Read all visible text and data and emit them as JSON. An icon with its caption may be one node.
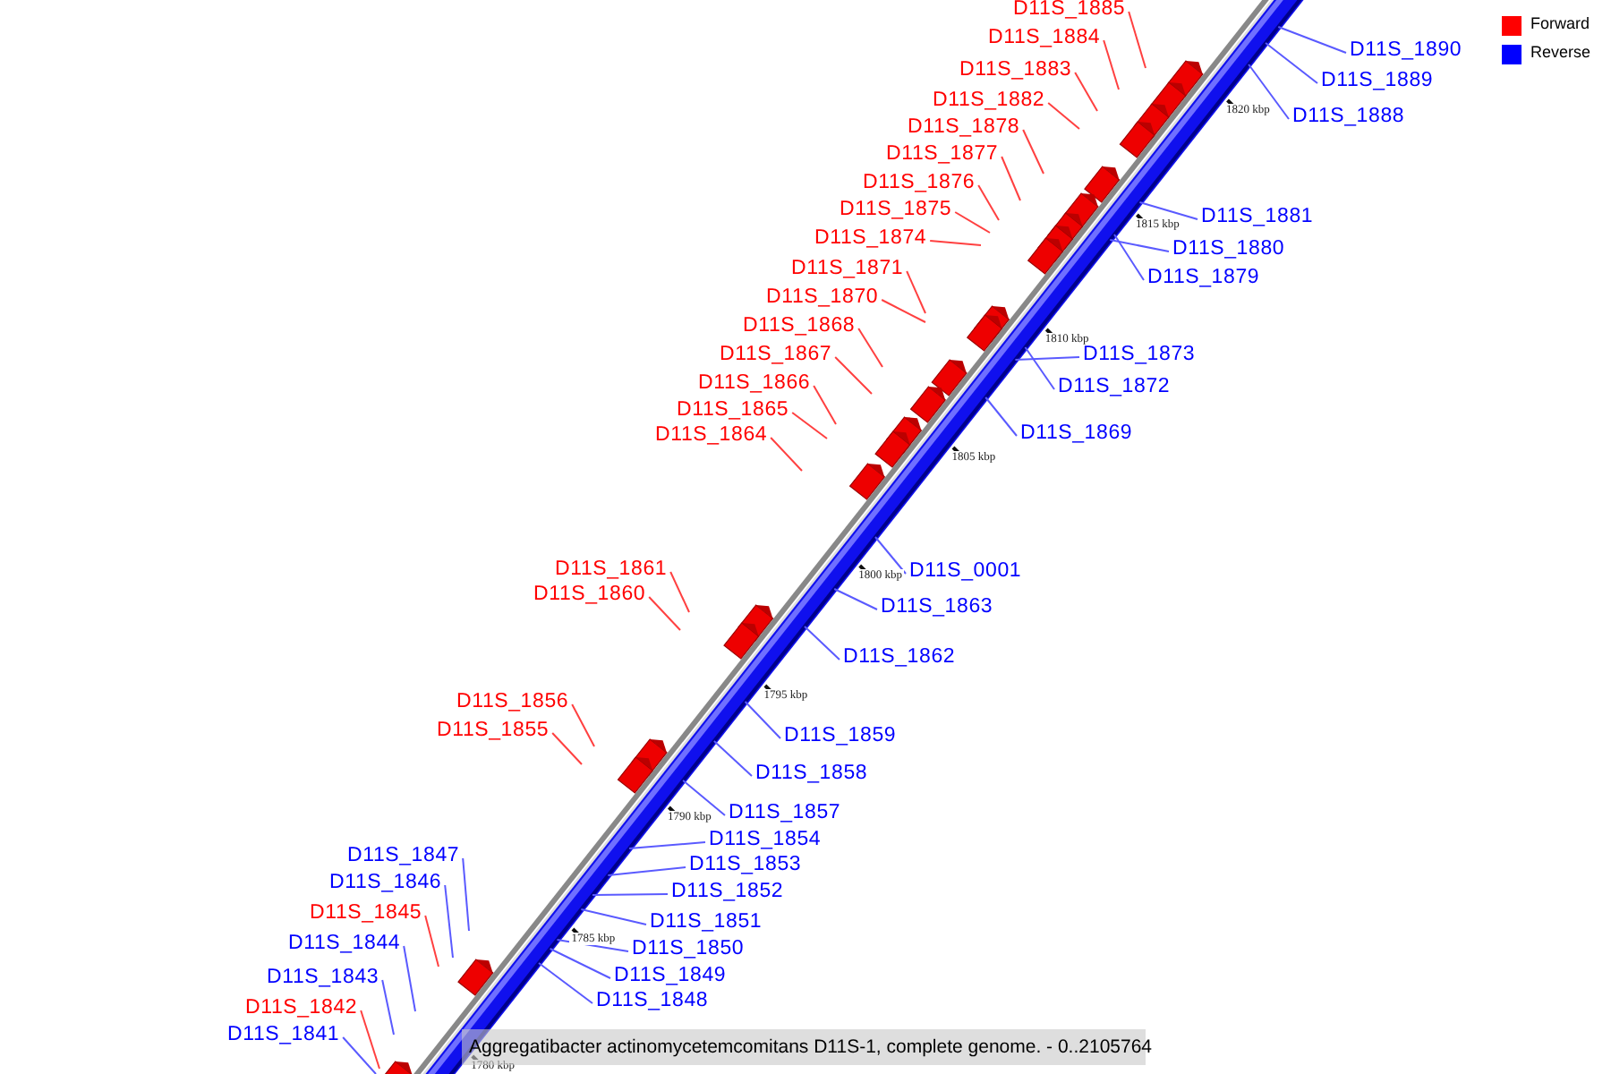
{
  "diagram": {
    "caption": "Aggregatibacter actinomycetemcomitans D11S-1, complete genome. - 0..2105764",
    "nodes": [
      {
        "text": [
          "D11S_1885"
        ]
      },
      {
        "text": [
          "D11S_1884"
        ]
      },
      {
        "text": [
          "D11S_1890"
        ]
      },
      {
        "text": [
          "D11S_1883"
        ]
      },
      {
        "text": [
          "D11S_1889"
        ]
      },
      {
        "text": [
          "D11S_1882"
        ]
      },
      {
        "text": [
          "D11S_1888"
        ]
      },
      {
        "text": [
          "D11S_1878"
        ]
      },
      {
        "text": [
          "D11S_1877"
        ]
      },
      {
        "text": [
          "D11S_1876"
        ]
      },
      {
        "text": [
          "D11S_1875"
        ]
      },
      {
        "text": [
          "D11S_1881"
        ]
      },
      {
        "text": [
          "D11S_1874"
        ]
      },
      {
        "text": [
          "D11S_1880"
        ]
      },
      {
        "text": [
          "D11S_1871"
        ]
      },
      {
        "text": [
          "D11S_1879"
        ]
      },
      {
        "text": [
          "D11S_1870"
        ]
      },
      {
        "text": [
          "D11S_1868"
        ]
      },
      {
        "text": [
          "D11S_1867"
        ]
      },
      {
        "text": [
          "D11S_1873"
        ]
      },
      {
        "text": [
          "D11S_1866"
        ]
      },
      {
        "text": [
          "D11S_1872"
        ]
      },
      {
        "text": [
          "D11S_1865"
        ]
      },
      {
        "text": [
          "D11S_1869"
        ]
      },
      {
        "text": [
          "D11S_1864"
        ]
      },
      {
        "text": [
          "D11S_1861"
        ]
      },
      {
        "text": [
          "D11S_0001"
        ]
      },
      {
        "text": [
          "D11S_1860"
        ]
      },
      {
        "text": [
          "D11S_1863"
        ]
      },
      {
        "text": [
          "D11S_1862"
        ]
      },
      {
        "text": [
          "D11S_1856"
        ]
      },
      {
        "text": [
          "D11S_1855"
        ]
      },
      {
        "text": [
          "D11S_1859"
        ]
      },
      {
        "text": [
          "D11S_1858"
        ]
      },
      {
        "text": [
          "D11S_1857"
        ]
      },
      {
        "text": [
          "D11S_1854"
        ]
      },
      {
        "text": [
          "D11S_1847"
        ]
      },
      {
        "text": [
          "D11S_1853"
        ]
      },
      {
        "text": [
          "D11S_1846"
        ]
      },
      {
        "text": [
          "D11S_1852"
        ]
      },
      {
        "text": [
          "D11S_1845"
        ]
      },
      {
        "text": [
          "D11S_1851"
        ]
      },
      {
        "text": [
          "D11S_1844"
        ]
      },
      {
        "text": [
          "D11S_1850"
        ]
      },
      {
        "text": [
          "D11S_1849"
        ]
      },
      {
        "text": [
          "D11S_1843"
        ]
      },
      {
        "text": [
          "D11S_1848"
        ]
      },
      {
        "text": [
          "D11S_1842"
        ]
      },
      {
        "text": [
          "D11S_1841"
        ]
      }
    ],
    "edges": [
      {
        "from": 0,
        "to": null,
        "arrow": "none",
        "color": "#ff4040"
      },
      {
        "from": 1,
        "to": null,
        "arrow": "none",
        "color": "#ff4040"
      },
      {
        "from": 2,
        "to": null,
        "arrow": "none"
      },
      {
        "from": 3,
        "to": null,
        "arrow": "none",
        "color": "#ff4040"
      },
      {
        "from": 4,
        "to": null,
        "arrow": "none"
      },
      {
        "from": 5,
        "to": null,
        "arrow": "none",
        "color": "#ff4040"
      },
      {
        "from": 6,
        "to": null,
        "arrow": "none"
      },
      {
        "from": 7,
        "to": null,
        "arrow": "none",
        "color": "#ff4040"
      },
      {
        "from": 8,
        "to": null,
        "arrow": "none",
        "color": "#ff4040"
      },
      {
        "from": 9,
        "to": null,
        "arrow": "none",
        "color": "#ff4040"
      },
      {
        "from": 10,
        "to": null,
        "arrow": "none",
        "color": "#ff4040"
      },
      {
        "from": 11,
        "to": null,
        "arrow": "none"
      },
      {
        "from": 12,
        "to": null,
        "arrow": "none",
        "color": "#ff4040"
      },
      {
        "from": 13,
        "to": null,
        "arrow": "none"
      },
      {
        "from": 14,
        "to": null,
        "arrow": "none",
        "color": "#ff4040"
      },
      {
        "from": 15,
        "to": null,
        "arrow": "none"
      },
      {
        "from": 16,
        "to": null,
        "arrow": "none",
        "color": "#ff4040"
      },
      {
        "from": 17,
        "to": null,
        "arrow": "none",
        "color": "#ff4040"
      },
      {
        "from": 18,
        "to": null,
        "arrow": "none",
        "color": "#ff4040"
      },
      {
        "from": 19,
        "to": null,
        "arrow": "none"
      },
      {
        "from": 20,
        "to": null,
        "arrow": "none",
        "color": "#ff4040"
      },
      {
        "from": 21,
        "to": null,
        "arrow": "none"
      },
      {
        "from": 22,
        "to": null,
        "arrow": "none",
        "color": "#ff4040"
      },
      {
        "from": 23,
        "to": null,
        "arrow": "none"
      },
      {
        "from": 24,
        "to": null,
        "arrow": "none",
        "color": "#ff4040"
      },
      {
        "from": 25,
        "to": null,
        "arrow": "none",
        "color": "#ff4040"
      },
      {
        "from": 26,
        "to": null,
        "arrow": "none"
      },
      {
        "from": 27,
        "to": null,
        "arrow": "none",
        "color": "#ff4040"
      },
      {
        "from": 28,
        "to": null,
        "arrow": "none"
      },
      {
        "from": 29,
        "to": null,
        "arrow": "none"
      },
      {
        "from": 30,
        "to": null,
        "arrow": "none",
        "color": "#ff4040"
      },
      {
        "from": 31,
        "to": null,
        "arrow": "none",
        "color": "#ff4040"
      },
      {
        "from": 32,
        "to": null,
        "arrow": "none"
      },
      {
        "from": 33,
        "to": null,
        "arrow": "none"
      },
      {
        "from": 34,
        "to": null,
        "arrow": "none"
      },
      {
        "from": 35,
        "to": null,
        "arrow": "none"
      },
      {
        "from": 36,
        "to": null,
        "arrow": "none"
      },
      {
        "from": 37,
        "to": null,
        "arrow": "none"
      },
      {
        "from": 38,
        "to": null,
        "arrow": "none"
      },
      {
        "from": 39,
        "to": null,
        "arrow": "none"
      },
      {
        "from": 40,
        "to": null,
        "arrow": "none",
        "color": "#ff4040"
      },
      {
        "from": 41,
        "to": null,
        "arrow": "none"
      },
      {
        "from": 42,
        "to": null,
        "arrow": "none"
      },
      {
        "from": 43,
        "to": null,
        "arrow": "none"
      },
      {
        "from": 44,
        "to": null,
        "arrow": "none"
      },
      {
        "from": 45,
        "to": null,
        "arrow": "none"
      },
      {
        "from": 46,
        "to": null,
        "arrow": "none"
      },
      {
        "from": 47,
        "to": null,
        "arrow": "none",
        "color": "#ff4040"
      },
      {
        "from": 48,
        "to": null,
        "arrow": "none"
      }
    ],
    "labels": [
      "1820 kbp",
      "1815 kbp",
      "1810 kbp",
      "1805 kbp",
      "1800 kbp",
      "1795 kbp",
      "1790 kbp",
      "1785 kbp",
      "1780 kbp"
    ],
    "legend": [
      {
        "text": "Forward",
        "color": "#ff0000"
      },
      {
        "text": "Reverse",
        "color": "#0000ff"
      }
    ]
  }
}
